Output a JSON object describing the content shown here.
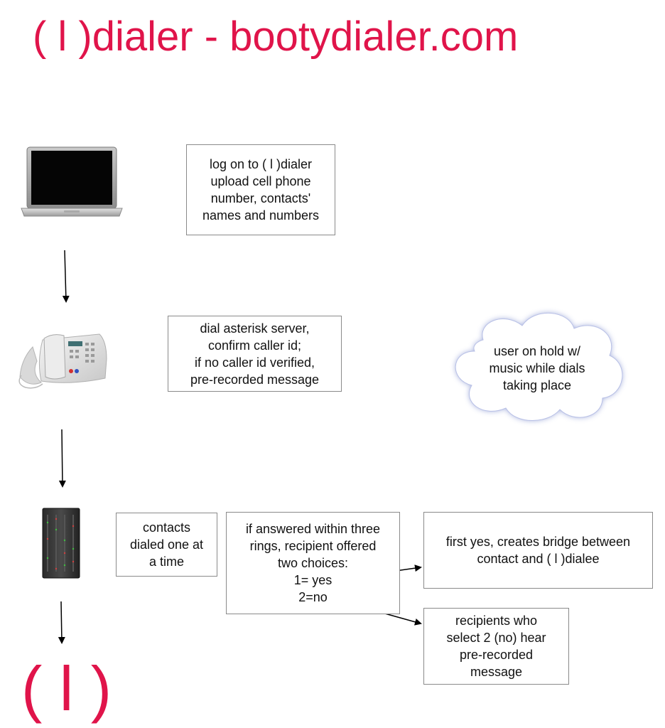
{
  "title": "( l )dialer - bootydialer.com",
  "boxes": {
    "login": "log on to ( l )dialer\nupload cell phone\nnumber, contacts'\nnames and numbers",
    "dial": "dial asterisk server,\nconfirm caller id;\nif no caller id verified,\npre-recorded message",
    "contacts": "contacts\ndialed one at\na time",
    "answered": "if answered within three\nrings, recipient offered\ntwo choices:\n1= yes\n2=no",
    "yes": "first yes, creates bridge between\ncontact and ( l )dialee",
    "no": "recipients who\nselect 2 (no) hear\npre-recorded\nmessage"
  },
  "cloud": "user on hold w/\nmusic while dials\ntaking place",
  "logo": "( l )",
  "icons": [
    "laptop-icon",
    "phone-icon",
    "server-icon"
  ],
  "colors": {
    "accent": "#e0144a",
    "border": "#8a8a8a",
    "cloud_glow": "#9aa6d8"
  }
}
